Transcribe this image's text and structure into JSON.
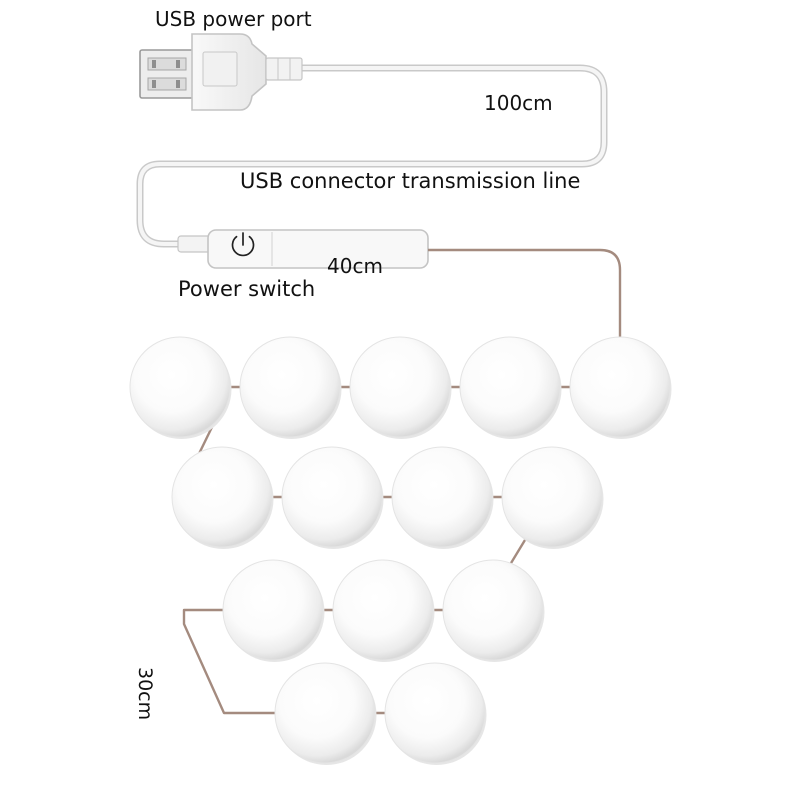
{
  "labels": {
    "usb_power_port": "USB power port",
    "cable_length_usb": "100cm",
    "usb_connector_line": "USB connector transmission line",
    "cable_length_switch": "40cm",
    "power_switch": "Power switch",
    "bulb_spacing": "30cm"
  },
  "bulb_rows": [
    5,
    4,
    3,
    2
  ],
  "colors": {
    "white_cable": "#f4f4f4",
    "white_cable_edge": "#c8c8c8",
    "bulb_wire": "#a48b7f",
    "bulb_fill": "#ffffff",
    "bulb_shade": "#e2e2e2",
    "label_text": "#111111"
  },
  "icons": {
    "usb_plug": "usb-plug-icon",
    "power_button": "power-icon"
  }
}
